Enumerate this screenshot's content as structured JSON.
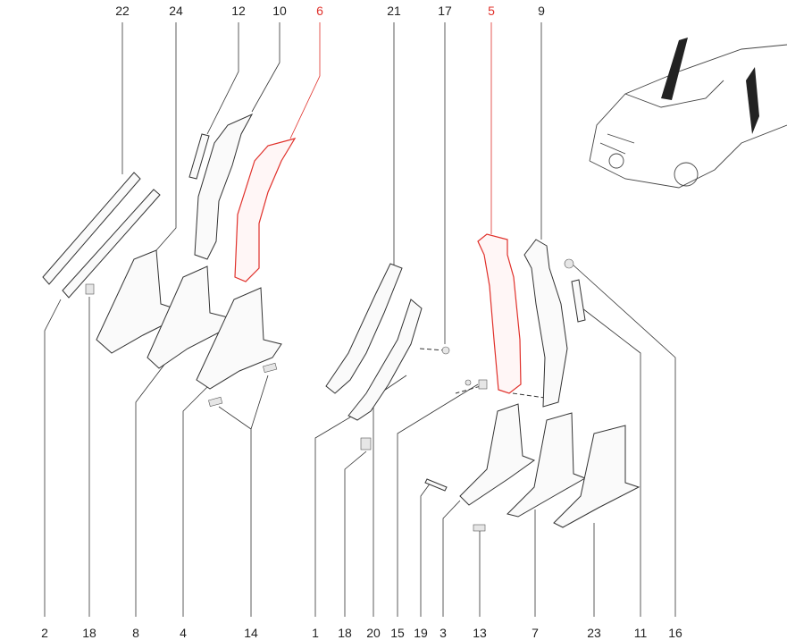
{
  "diagram": {
    "highlight_color": "#e0302a",
    "top_labels": [
      {
        "id": "22",
        "highlight": false
      },
      {
        "id": "24",
        "highlight": false
      },
      {
        "id": "12",
        "highlight": false
      },
      {
        "id": "10",
        "highlight": false
      },
      {
        "id": "6",
        "highlight": true
      },
      {
        "id": "21",
        "highlight": false
      },
      {
        "id": "17",
        "highlight": false
      },
      {
        "id": "5",
        "highlight": true
      },
      {
        "id": "9",
        "highlight": false
      }
    ],
    "bottom_labels": [
      {
        "id": "2"
      },
      {
        "id": "18"
      },
      {
        "id": "8"
      },
      {
        "id": "4"
      },
      {
        "id": "14"
      },
      {
        "id": "1"
      },
      {
        "id": "18"
      },
      {
        "id": "20"
      },
      {
        "id": "15"
      },
      {
        "id": "19"
      },
      {
        "id": "3"
      },
      {
        "id": "13"
      },
      {
        "id": "7"
      },
      {
        "id": "23"
      },
      {
        "id": "11"
      },
      {
        "id": "16"
      }
    ]
  }
}
